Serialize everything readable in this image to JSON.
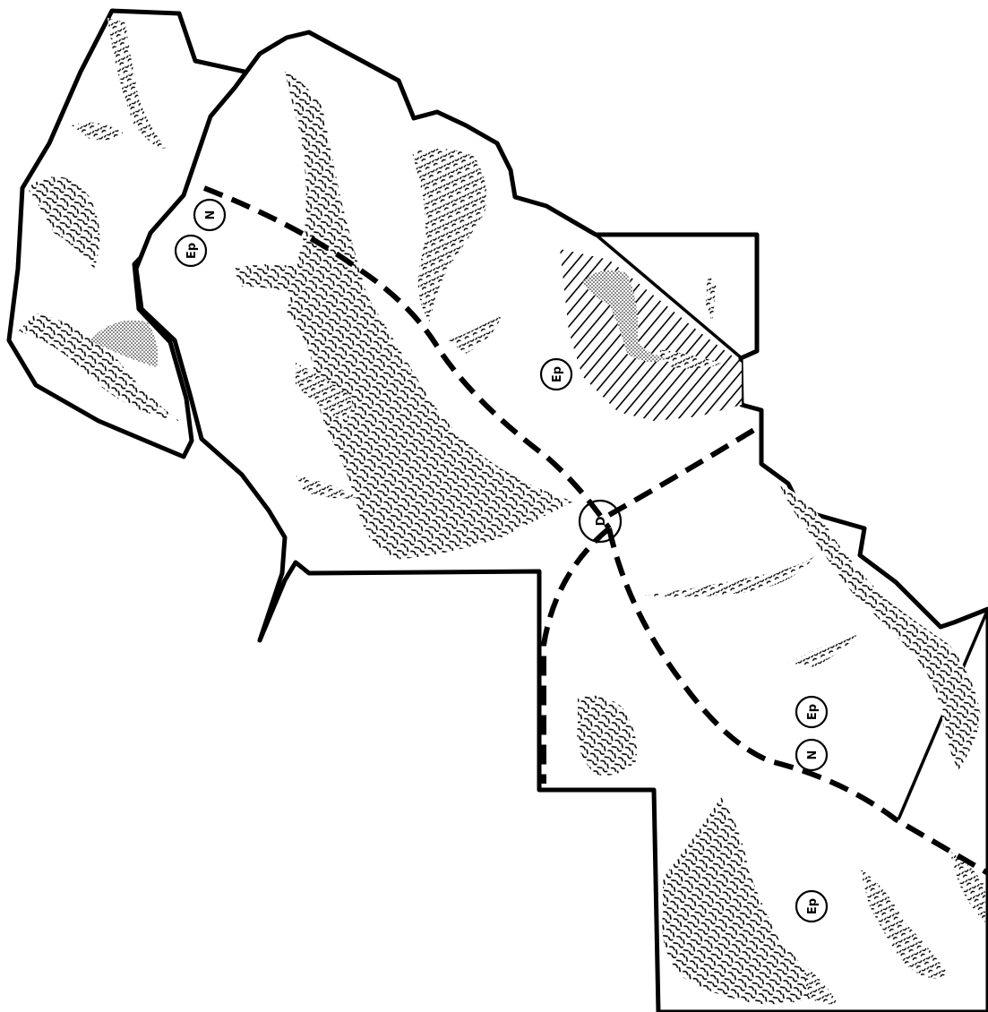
{
  "map": {
    "colors": {
      "ink": "#000000",
      "paper": "#ffffff"
    },
    "markers": [
      {
        "id": "ep-nw",
        "label": "Ep"
      },
      {
        "id": "n-nw",
        "label": "N"
      },
      {
        "id": "ep-center",
        "label": "Ep"
      },
      {
        "id": "d-junction",
        "label": "D"
      },
      {
        "id": "ep-east",
        "label": "Ep"
      },
      {
        "id": "n-east",
        "label": "N"
      },
      {
        "id": "ep-south",
        "label": "Ep"
      }
    ]
  }
}
